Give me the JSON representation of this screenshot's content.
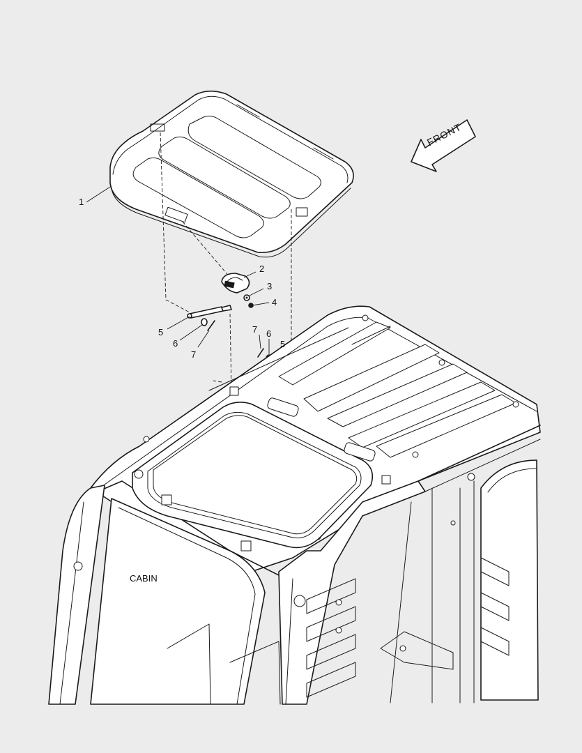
{
  "labels": {
    "cabin": "CABIN",
    "front": "FRONT"
  },
  "callouts": {
    "c1": "1",
    "c2": "2",
    "c3": "3",
    "c4": "4",
    "c5a": "5",
    "c6a": "6",
    "c7a": "7",
    "c7b": "7",
    "c6b": "6",
    "c5b": "5"
  }
}
